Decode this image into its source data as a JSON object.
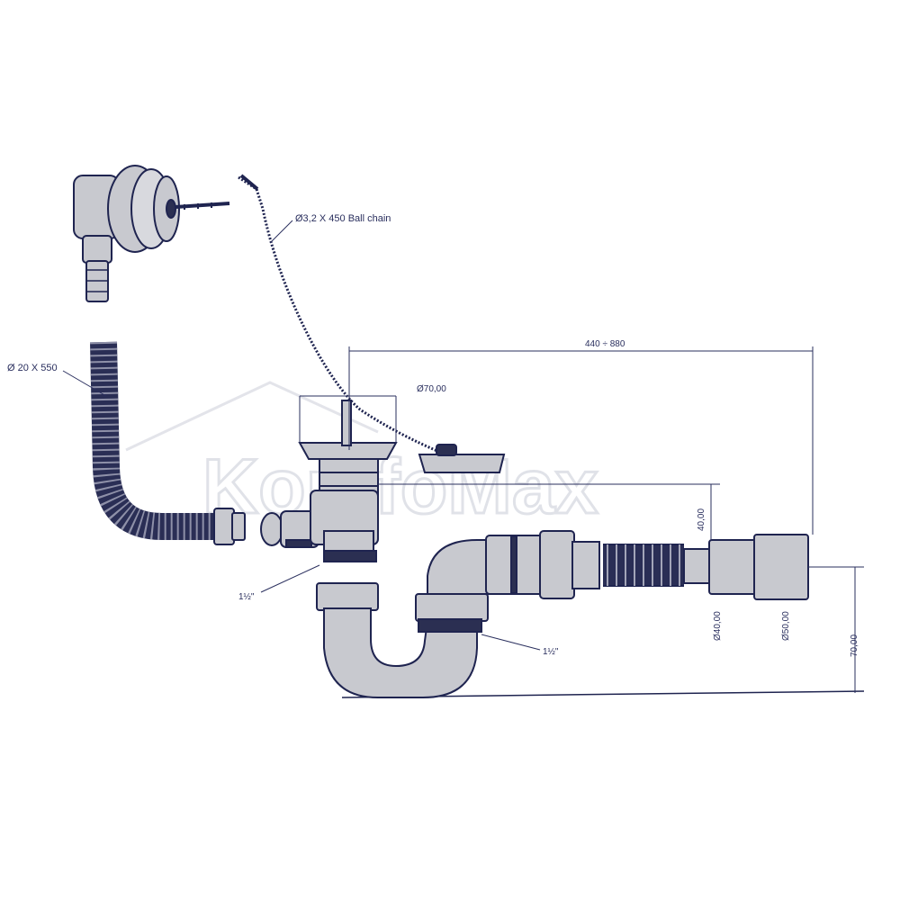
{
  "diagram": {
    "watermark": "KomfoMax",
    "labels": {
      "ball_chain": "Ø3,2 X 450 Ball chain",
      "overflow_hose": "Ø 20 X 550",
      "strainer_diameter": "Ø70,00",
      "length_range": "440 ÷ 880",
      "height_40": "40,00",
      "outlet_d40": "Ø40,00",
      "outlet_d50": "Ø50,00",
      "trap_height": "70,00",
      "thread_left": "1½\"",
      "thread_right": "1½\""
    }
  }
}
